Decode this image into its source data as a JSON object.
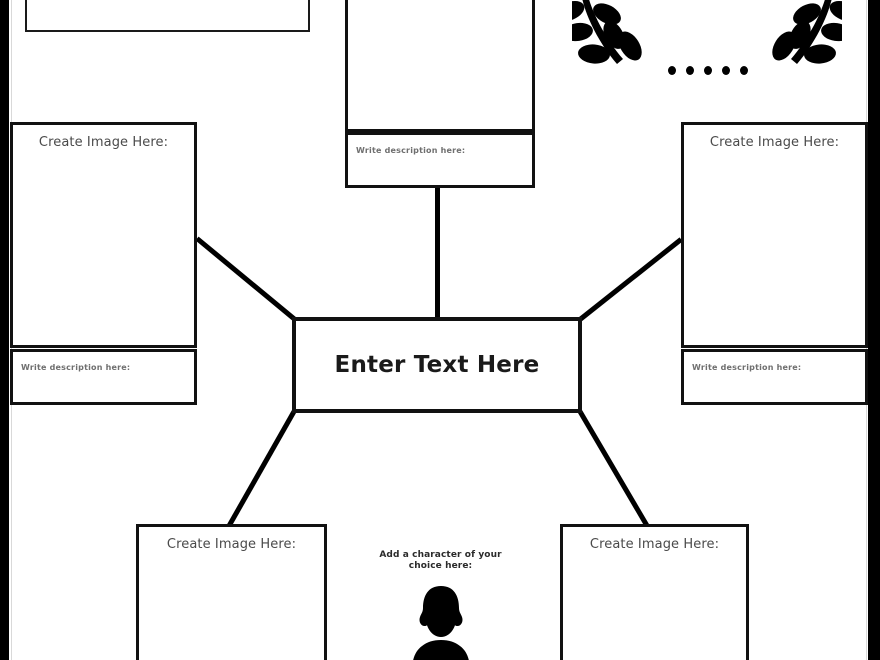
{
  "worksheet": {
    "center_node": {
      "text": "Enter Text Here"
    },
    "nodes": [
      {
        "id": "top-center",
        "image_label": "",
        "description_label": "Write description here:"
      },
      {
        "id": "left",
        "image_label": "Create Image Here:",
        "description_label": "Write description here:"
      },
      {
        "id": "right",
        "image_label": "Create Image Here:",
        "description_label": "Write description here:"
      },
      {
        "id": "bottom-left",
        "image_label": "Create Image Here:",
        "description_label": ""
      },
      {
        "id": "bottom-right",
        "image_label": "Create Image Here:",
        "description_label": ""
      }
    ],
    "character": {
      "caption_line1": "Add a character of your",
      "caption_line2": "choice here:",
      "icon": "person-silhouette-icon"
    },
    "decorations": {
      "laurel_left": "laurel-branch-icon",
      "laurel_right": "laurel-branch-icon",
      "dots_count": 5
    },
    "colors": {
      "stroke": "#111111",
      "label_text": "#4a4a4a",
      "description_text": "#6f6f6f",
      "background": "#ffffff",
      "frame": "#000000"
    }
  }
}
